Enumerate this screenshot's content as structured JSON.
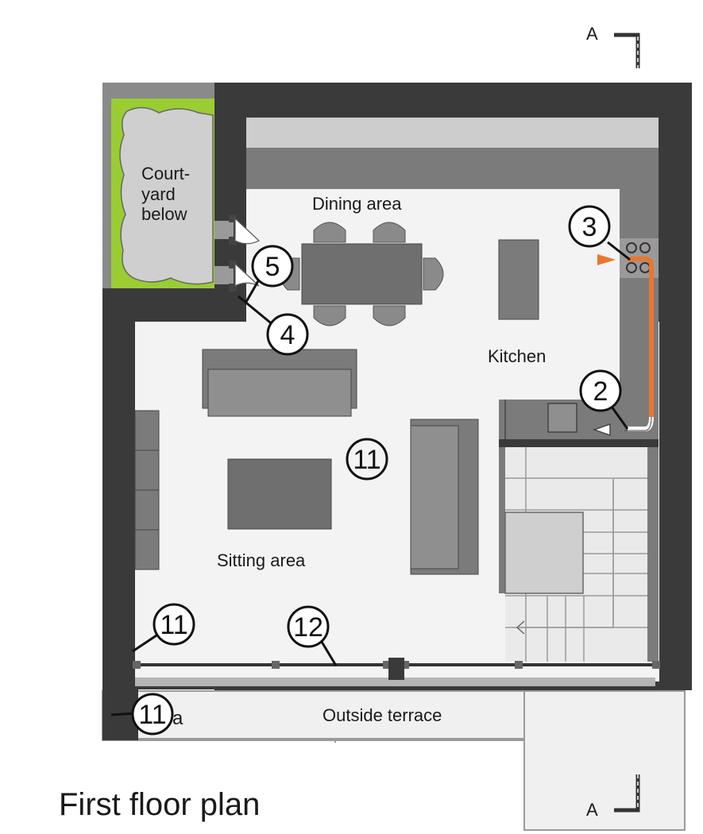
{
  "title": "First floor plan",
  "section_marker": "A",
  "rooms": {
    "courtyard": [
      "Court-",
      "yard",
      "below"
    ],
    "dining": "Dining area",
    "kitchen": "Kitchen",
    "sitting": "Sitting area",
    "terrace": "Outside terrace"
  },
  "callouts": {
    "c2": "2",
    "c3": "3",
    "c4": "4",
    "c5": "5",
    "c11_center": "11",
    "c11_wall": "11",
    "c11a_num": "11",
    "c11a_suffix": "a",
    "c12": "12"
  },
  "colors": {
    "wall": "#3a3a3a",
    "floor": "#f3f3f3",
    "furniture": "#8a8a8a",
    "counter": "#7b7b7b",
    "courtyard_green": "#9acd32",
    "courtyard_paving": "#cfcfcf",
    "pipe": "#e8772e"
  }
}
